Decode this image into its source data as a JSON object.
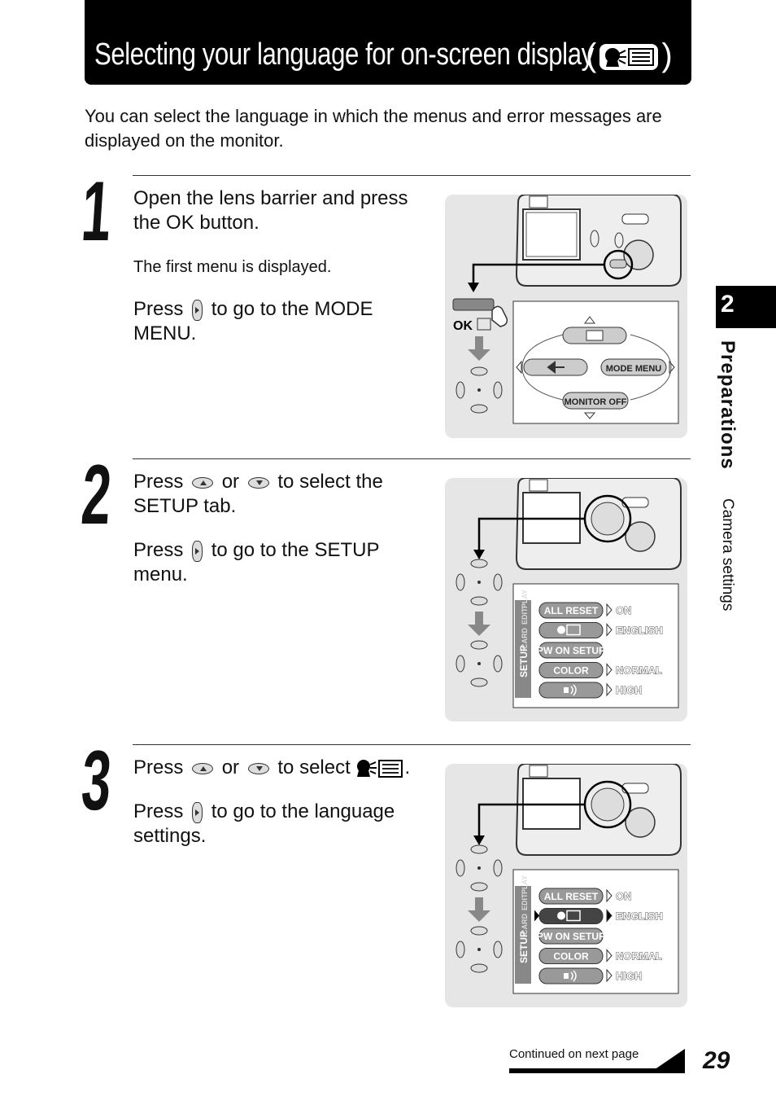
{
  "header": {
    "title": "Selecting your language for on-screen display",
    "title_icon": "language-menu-icon"
  },
  "intro": "You can select the language in which the menus and error messages are displayed on the monitor.",
  "steps": [
    {
      "number": "1",
      "line1": "Open the lens barrier and press the OK button.",
      "note": "The first menu is displayed.",
      "line2_pre": "Press",
      "line2_post": "to go to the MODE MENU."
    },
    {
      "number": "2",
      "line1_pre": "Press",
      "line1_or": "or",
      "line1_post": "to select the SETUP tab.",
      "line2_pre": "Press",
      "line2_post": "to go to the SETUP menu."
    },
    {
      "number": "3",
      "line1_pre": "Press",
      "line1_or": "or",
      "line1_post": "to select",
      "line1_end": ".",
      "line2_pre": "Press",
      "line2_post": "to go to the language settings."
    }
  ],
  "illus1": {
    "ok_label": "OK",
    "mode_menu": "MODE MENU",
    "monitor_off": "MONITOR OFF"
  },
  "setup_menu": {
    "tab_labels": [
      "SETUP",
      "CARD",
      "EDIT",
      "PLAY"
    ],
    "rows": [
      {
        "label": "ALL RESET",
        "value": "ON"
      },
      {
        "label": "",
        "value": "ENGLISH"
      },
      {
        "label": "PW ON SETUP",
        "value": ""
      },
      {
        "label": "COLOR",
        "value": "NORMAL"
      },
      {
        "label": "",
        "value": "HIGH"
      }
    ]
  },
  "side": {
    "tab_number": "2",
    "section": "Preparations",
    "subsection": "Camera settings"
  },
  "footer": {
    "continued": "Continued on next page",
    "page_number": "29"
  }
}
